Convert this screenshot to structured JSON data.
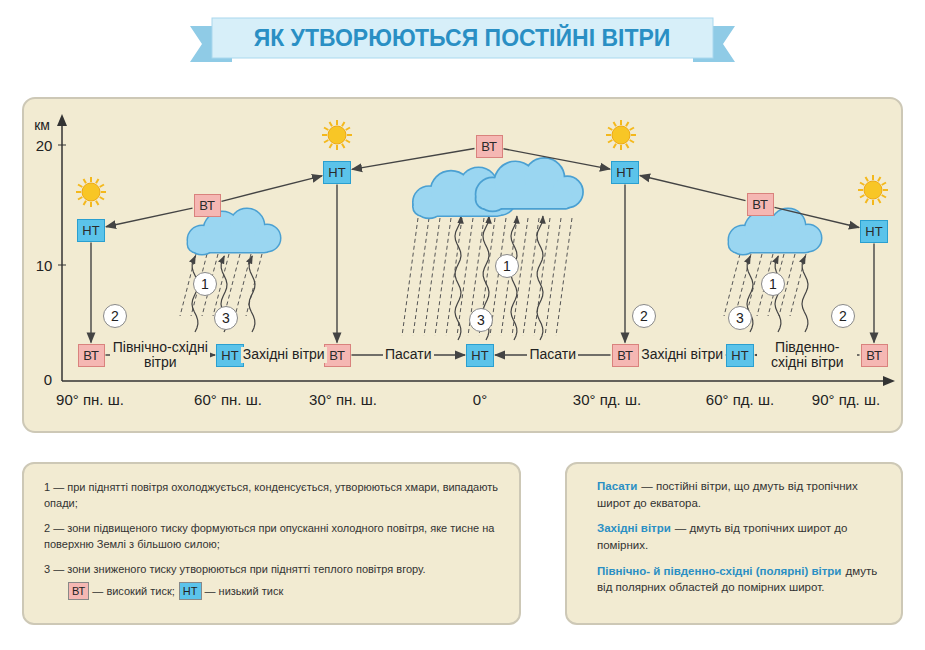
{
  "diagram": {
    "title": "ЯК УТВОРЮЮТЬСЯ ПОСТІЙНІ ВІТРИ",
    "nodes": [
      {
        "text": [
          "ВТ"
        ]
      },
      {
        "text": [
          "НТ"
        ]
      },
      {
        "text": [
          "НТ"
        ]
      },
      {
        "text": [
          "ВТ"
        ]
      },
      {
        "text": [
          "ВТ"
        ]
      },
      {
        "text": [
          "НТ"
        ]
      },
      {
        "text": [
          "НТ"
        ]
      },
      {
        "text": [
          "ВТ"
        ]
      },
      {
        "text": [
          "НТ"
        ]
      },
      {
        "text": [
          "ВТ"
        ]
      },
      {
        "text": [
          "НТ"
        ]
      },
      {
        "text": [
          "ВТ"
        ]
      },
      {
        "text": [
          "НТ"
        ]
      },
      {
        "text": [
          "ВТ"
        ]
      },
      {
        "text": [
          "1 — при піднятті повітря охолоджується, конденсується, утворюються хмари, випадають опади;",
          "2 — зони підвищеного тиску формуються при опусканні холодного повітря, яке тисне на поверхню Землі з більшою силою;",
          "3 — зони зниженого тиску утворюються при піднятті теплого повітря вгору."
        ]
      },
      {
        "text": [
          "Пасати",
          "— постійні вітри, що дмуть від тропічних широт до екватора.",
          "Західні вітри",
          "— дмуть від тропічних широт до помірних.",
          "Північно- й південно-східні (полярні) вітри",
          "дмуть від полярних областей до помірних широт."
        ]
      }
    ],
    "edges": [
      {
        "from": 0,
        "to": 1,
        "arrow": "to"
      },
      {
        "from": 0,
        "to": 2,
        "arrow": "to"
      },
      {
        "from": 3,
        "to": 5,
        "arrow": "to"
      },
      {
        "from": 3,
        "to": 1,
        "arrow": "to"
      },
      {
        "from": 4,
        "to": 2,
        "arrow": "to"
      },
      {
        "from": 4,
        "to": 6,
        "arrow": "to"
      },
      {
        "from": 5,
        "to": 7,
        "arrow": "to"
      },
      {
        "from": 1,
        "to": 9,
        "arrow": "to"
      },
      {
        "from": 2,
        "to": 11,
        "arrow": "to"
      },
      {
        "from": 6,
        "to": 13,
        "arrow": "to"
      },
      {
        "from": 7,
        "to": 8,
        "label": "Північно-східні вітри",
        "arrow": "to"
      },
      {
        "from": 9,
        "to": 8,
        "label": "Західні вітри",
        "arrow": "to"
      },
      {
        "from": 9,
        "to": 10,
        "label": "Пасати",
        "arrow": "to"
      },
      {
        "from": 11,
        "to": 10,
        "label": "Пасати",
        "arrow": "to"
      },
      {
        "from": 11,
        "to": 12,
        "label": "Західні вітри",
        "arrow": "to"
      },
      {
        "from": 13,
        "to": 12,
        "label": "Південно-східні вітри",
        "arrow": "to"
      }
    ],
    "labels": [
      "км",
      "20",
      "10",
      "0",
      "90° пн. ш.",
      "60° пн. ш.",
      "30° пн. ш.",
      "0°",
      "30° пд. ш.",
      "60° пд. ш.",
      "90° пд. ш.",
      "2",
      "1",
      "3",
      "1",
      "3",
      "2",
      "3",
      "1",
      "2",
      "ВТ",
      "НТ"
    ],
    "legend": [
      {
        "text": "— високий тиск;",
        "color": "#f5b7b3"
      },
      {
        "text": "— низький тиск",
        "color": "#5bc3ea"
      }
    ]
  }
}
